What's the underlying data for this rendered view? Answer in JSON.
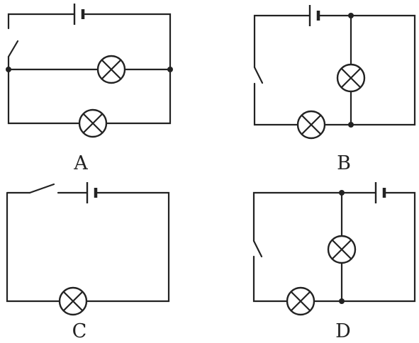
{
  "labels": {
    "a": "A",
    "b": "B",
    "c": "C",
    "d": "D"
  },
  "colors": {
    "ink": "#222222",
    "background": "#ffffff"
  }
}
